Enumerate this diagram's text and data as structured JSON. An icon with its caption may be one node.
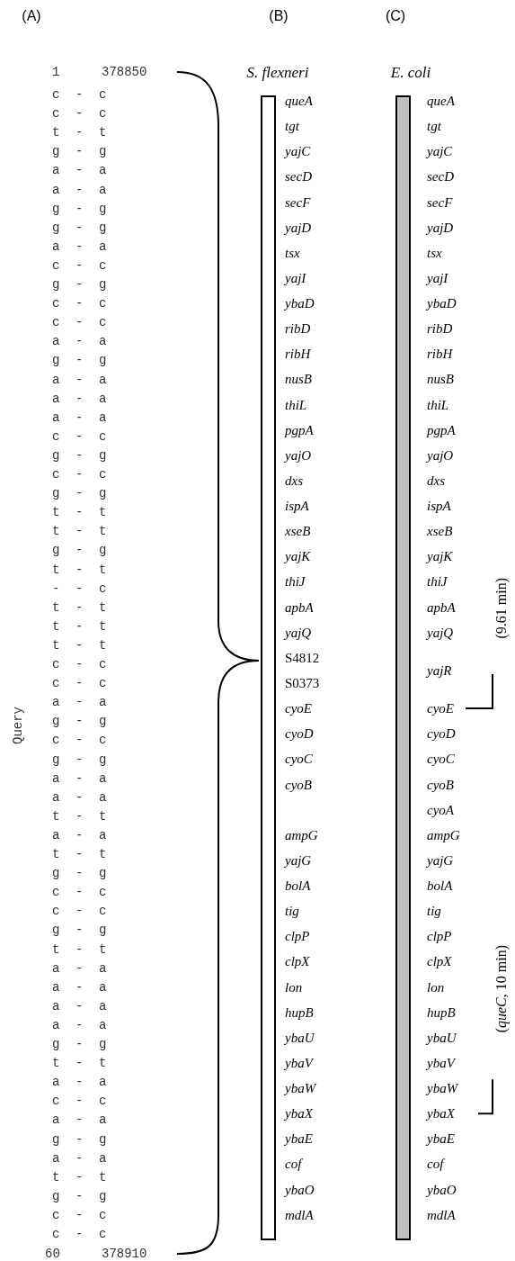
{
  "diagram": {
    "nodes": [
      {
        "text": [
          "S. flexneri"
        ],
        "beside": [
          "*queA*",
          "*tgt*",
          "*yajC*",
          "*secD*",
          "*secF*",
          "*yajD*",
          "*tsx*",
          "*yajI*",
          "*ybaD*",
          "*ribD*",
          "*ribH*",
          "*nusB*",
          "*thiL*",
          "*pgpA*",
          "*yajO*",
          "*dxs*",
          "*ispA*",
          "*xseB*",
          "*yajK*",
          "*thiJ*",
          "*apbA*",
          "*yajQ*",
          "S4812",
          "S0373",
          "*cyoE*",
          "*cyoD*",
          "*cyoC*",
          "*cyoB*",
          "*ampG*",
          "*yajG*",
          "*bolA*",
          "*tig*",
          "*clpP*",
          "*clpX*",
          "*lon*",
          "*hupB*",
          "*ybaU*",
          "*ybaV*",
          "*ybaW*",
          "*ybaX*",
          "*ybaE*",
          "*cof*",
          "*ybaO*",
          "*mdlA*"
        ]
      },
      {
        "text": [
          "E. coli"
        ],
        "beside": [
          "*queA*",
          "*tgt*",
          "*yajC*",
          "*secD*",
          "*secF*",
          "*yajD*",
          "*tsx*",
          "*yajI*",
          "*ybaD*",
          "*ribD*",
          "*ribH*",
          "*nusB*",
          "*thiL*",
          "*pgpA*",
          "*yajO*",
          "*dxs*",
          "*ispA*",
          "*xseB*",
          "*yajK*",
          "*thiJ*",
          "*apbA*",
          "*yajQ*",
          "*yajR*",
          "*cyoE*",
          "*cyoD*",
          "*cyoC*",
          "*cyoB*",
          "*cyoA*",
          "*ampG*",
          "*yajG*",
          "*bolA*",
          "*tig*",
          "*clpP*",
          "*clpX*",
          "*lon*",
          "*hupB*",
          "*ybaU*",
          "*ybaV*",
          "*ybaW*",
          "*ybaX*",
          "*ybaE*",
          "*cof*",
          "*ybaO*",
          "*mdlA*"
        ]
      }
    ],
    "labels": [
      "(A)",
      "(B)",
      "(C)",
      "1",
      "378850",
      "c - c",
      "c - c",
      "t - t",
      "g - g",
      "a - a",
      "a - a",
      "g - g",
      "g - g",
      "a - a",
      "c - c",
      "g - g",
      "c - c",
      "c - c",
      "a - a",
      "g - g",
      "a - a",
      "a - a",
      "a - a",
      "c - c",
      "g - g",
      "c - c",
      "g - g",
      "t - t",
      "t - t",
      "g - g",
      "t - t",
      "- - c",
      "t - t",
      "t - t",
      "t - t",
      "c - c",
      "c - c",
      "a - a",
      "g - g",
      "c - c",
      "g - g",
      "a - a",
      "a - a",
      "t - t",
      "a - a",
      "t - t",
      "g - g",
      "c - c",
      "c - c",
      "g - g",
      "t - t",
      "a - a",
      "a - a",
      "a - a",
      "a - a",
      "g - g",
      "t - t",
      "a - a",
      "c - c",
      "a - a",
      "g - g",
      "a - a",
      "t - t",
      "g - g",
      "c - c",
      "c - c",
      "60",
      "378910",
      "Query",
      "(9.61 min)",
      "(*queC*, 10 min)"
    ]
  }
}
